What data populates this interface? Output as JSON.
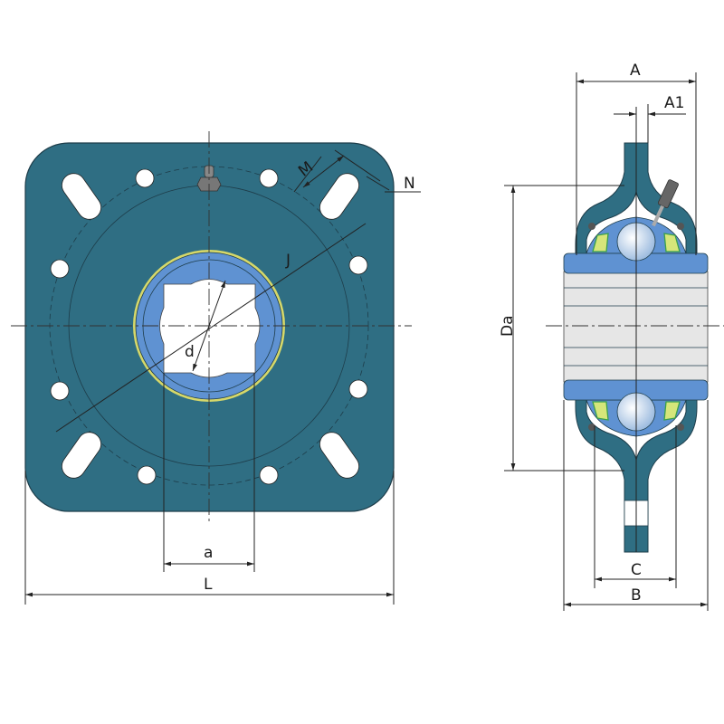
{
  "drawing": {
    "title": "Square flange bearing unit",
    "labels": {
      "A": "A",
      "A1": "A1",
      "N": "N",
      "M": "M",
      "J": "J",
      "d": "d",
      "Da": "Da",
      "a": "a",
      "L": "L",
      "C": "C",
      "B": "B"
    },
    "colors": {
      "housing": "#2f6e83",
      "insert": "#5f92d2",
      "shaft": "#e6e6e6",
      "seal": "#3aa04a",
      "ball": "#dfe9f5"
    }
  }
}
